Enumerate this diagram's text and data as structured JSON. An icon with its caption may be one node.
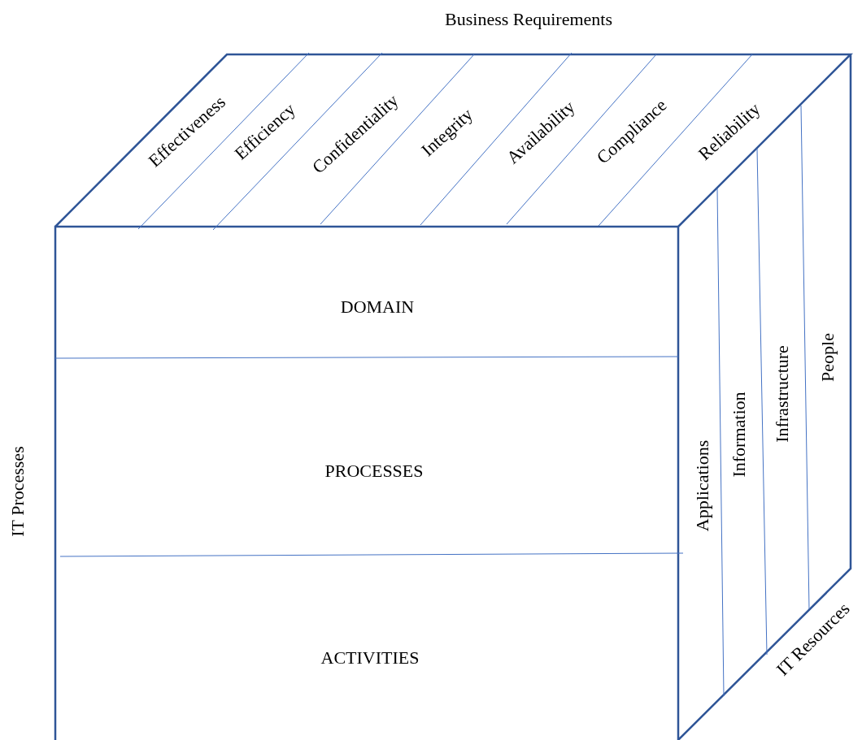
{
  "diagram": {
    "nodes": [
      {
        "text": [
          "DOMAIN"
        ]
      },
      {
        "text": [
          "PROCESSES"
        ]
      },
      {
        "text": [
          "ACTIVITIES"
        ]
      },
      {
        "text": [
          "Effectiveness"
        ]
      },
      {
        "text": [
          "Efficiency"
        ]
      },
      {
        "text": [
          "Confidentiality"
        ]
      },
      {
        "text": [
          "Integrity"
        ]
      },
      {
        "text": [
          "Availability"
        ]
      },
      {
        "text": [
          "Compliance"
        ]
      },
      {
        "text": [
          "Reliability"
        ]
      },
      {
        "text": [
          "Applications"
        ]
      },
      {
        "text": [
          "Information"
        ]
      },
      {
        "text": [
          "Infrastructure"
        ]
      },
      {
        "text": [
          "People"
        ]
      }
    ],
    "edges": [],
    "labels": [
      "Business Requirements",
      "IT Processes",
      "IT Resources"
    ]
  }
}
